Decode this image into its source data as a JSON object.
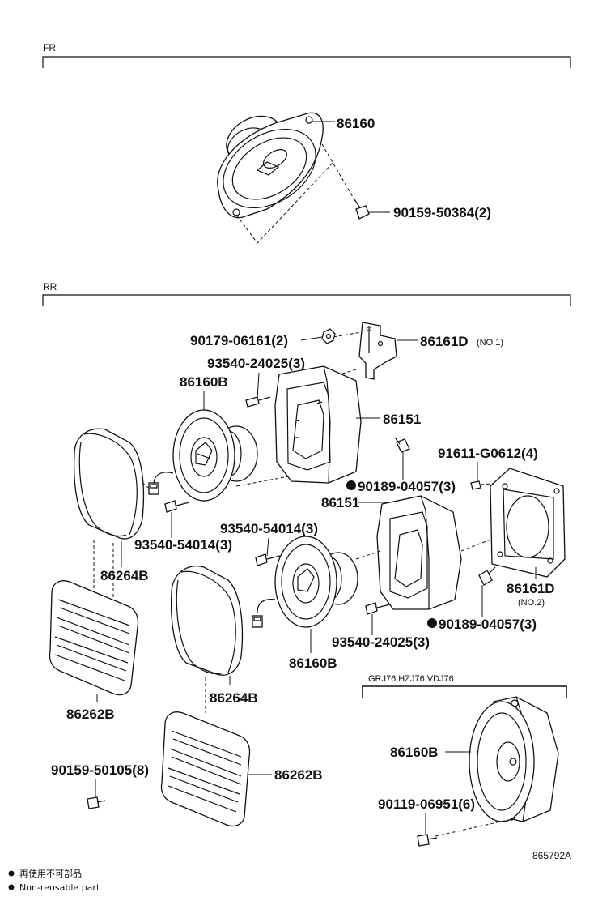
{
  "sections": {
    "fr_label": "FR",
    "rr_label": "RR",
    "variant_label": "GRJ76,HZJ76,VDJ76"
  },
  "parts": {
    "fr_speaker": "86160",
    "fr_screw": "90159-50384(2)",
    "rr_nut": "90179-06161(2)",
    "rr_bracket_no1": "86161D",
    "rr_bracket_no1_note": "(NO.1)",
    "rr_screw_top": "93540-24025(3)",
    "rr_speaker_top": "86160B",
    "rr_box_top": "86151",
    "rr_screw_g0612": "91611-G0612(4)",
    "rr_clip_top": "90189-04057(3)",
    "rr_box_mid": "86151",
    "rr_screw_left": "93540-54014(3)",
    "rr_screw_mid": "93540-54014(3)",
    "rr_bracket_no2": "86161D",
    "rr_bracket_no2_note": "(NO.2)",
    "rr_cover_left": "86264B",
    "rr_clip_bottom": "90189-04057(3)",
    "rr_screw_bottom": "93540-24025(3)",
    "rr_speaker_mid": "86160B",
    "rr_cover_mid": "86264B",
    "rr_grille_left": "86262B",
    "rr_grille_mid": "86262B",
    "rr_screw_grille": "90159-50105(8)",
    "variant_speaker": "86160B",
    "variant_screw": "90119-06951(6)"
  },
  "footer": {
    "drawing_number": "865792A",
    "legend_jp": "再使用不可部品",
    "legend_en": "Non-reusable part"
  }
}
